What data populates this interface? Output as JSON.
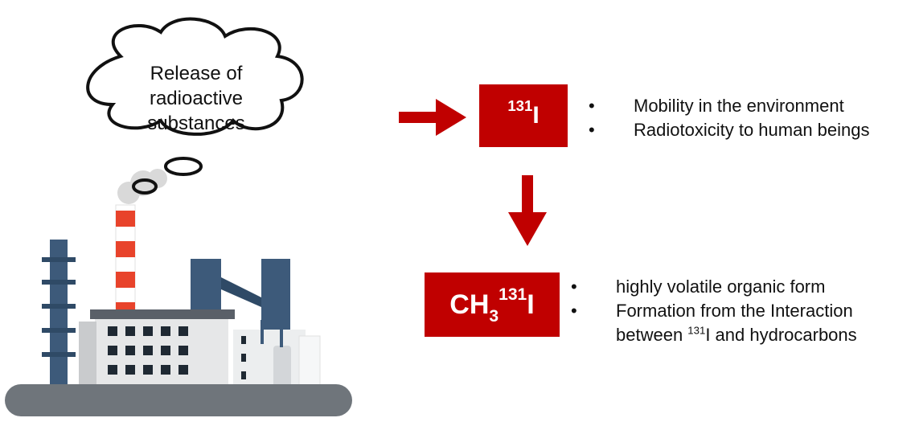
{
  "cloud": {
    "line1": "Release of radioactive",
    "line2": "substances"
  },
  "box_iodine": {
    "superscript": "131",
    "symbol": "I"
  },
  "box_methyl": {
    "prefix": "CH",
    "subscript": "3",
    "superscript": "131",
    "symbol": "I"
  },
  "bullet_char": "•",
  "iodine_properties": [
    "Mobility in the environment",
    "Radiotoxicity to human beings"
  ],
  "methyl_properties": {
    "item1": "highly volatile organic form",
    "item2_line1": "Formation from the Interaction",
    "item2_line2_pre": "between ",
    "item2_line2_sup": "131",
    "item2_line2_post": "I and hydrocarbons"
  },
  "colors": {
    "accent_red": "#c00000",
    "building_gray": "#dfe1e3",
    "tower_blue": "#3d5a7a",
    "chimney_red": "#e8432b"
  }
}
